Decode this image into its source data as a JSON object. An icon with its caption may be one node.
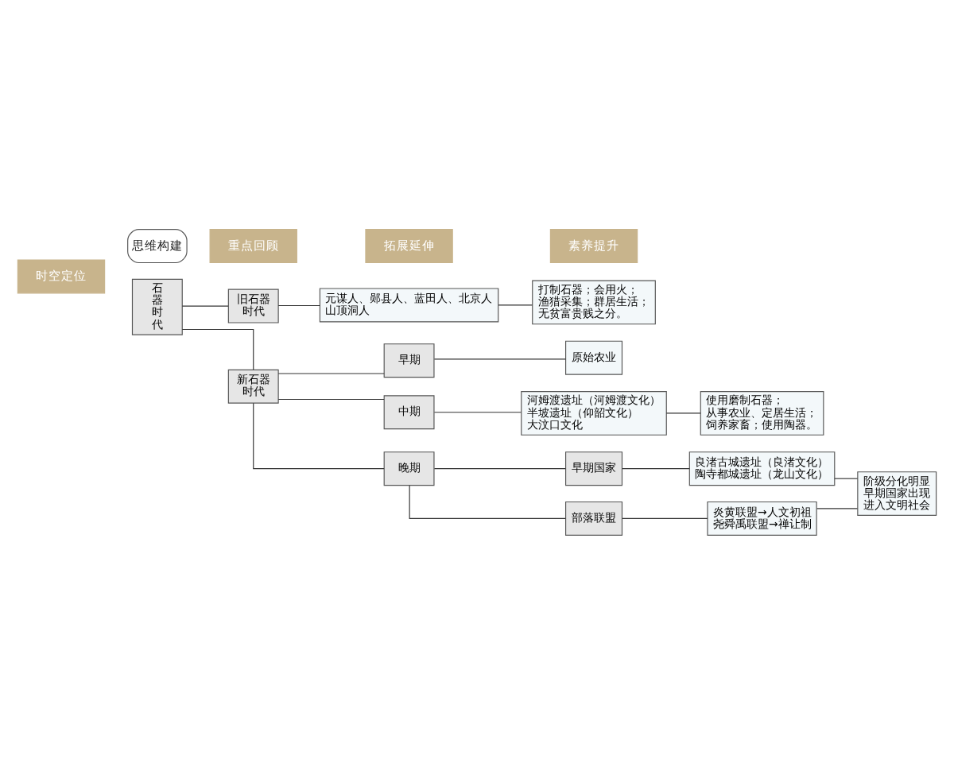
{
  "diagram": {
    "nodes": [
      {
        "text": [
          "石器时代"
        ]
      },
      {
        "text": [
          "旧石器时代"
        ]
      },
      {
        "text": [
          "元谋人、郧县人、蓝田人、北京人山顶洞人"
        ]
      },
      {
        "text": [
          "打制石器；会用火；渔猎采集；群居生活；无贫富贵贱之分。"
        ]
      },
      {
        "text": [
          "新石器时代"
        ]
      },
      {
        "text": [
          "早期"
        ]
      },
      {
        "text": [
          "原始农业"
        ]
      },
      {
        "text": [
          "中期"
        ]
      },
      {
        "text": [
          "河姆渡遗址（河姆渡文化）半坡遗址（仰韶文化）大汶口文化"
        ]
      },
      {
        "text": [
          "使用磨制石器；从事农业、定居生活；饲养家畜；使用陶器。"
        ]
      },
      {
        "text": [
          "晚期"
        ]
      },
      {
        "text": [
          "早期国家"
        ]
      },
      {
        "text": [
          "良渚古城遗址（良渚文化）陶寺都城遗址（龙山文化）"
        ]
      },
      {
        "text": [
          "部落联盟"
        ]
      },
      {
        "text": [
          "炎黄联盟→人文初祖尧舜禹联盟→禅让制"
        ]
      },
      {
        "text": [
          "阶级分化明显早期国家出现进入文明社会"
        ]
      }
    ],
    "edges": [
      {
        "from": 0,
        "to": 1,
        "arrow": "none"
      },
      {
        "from": 0,
        "to": 4,
        "arrow": "none"
      },
      {
        "from": 1,
        "to": 2,
        "arrow": "none"
      },
      {
        "from": 2,
        "to": 3,
        "arrow": "none"
      },
      {
        "from": 4,
        "to": 5,
        "arrow": "none"
      },
      {
        "from": 4,
        "to": 7,
        "arrow": "none"
      },
      {
        "from": 4,
        "to": 10,
        "arrow": "none"
      },
      {
        "from": 5,
        "to": 6,
        "arrow": "none"
      },
      {
        "from": 7,
        "to": 8,
        "arrow": "none"
      },
      {
        "from": 8,
        "to": 9,
        "arrow": "none"
      },
      {
        "from": 10,
        "to": 11,
        "arrow": "none"
      },
      {
        "from": 10,
        "to": 13,
        "arrow": "none"
      },
      {
        "from": 11,
        "to": 12,
        "arrow": "none"
      },
      {
        "from": 13,
        "to": 14,
        "arrow": "none"
      },
      {
        "from": 12,
        "to": 15,
        "arrow": "none"
      },
      {
        "from": 14,
        "to": 15,
        "arrow": "none"
      }
    ],
    "labels": [
      "时空定位",
      "思维构建",
      "重点回顾",
      "拓展延伸",
      "素养提升"
    ]
  }
}
